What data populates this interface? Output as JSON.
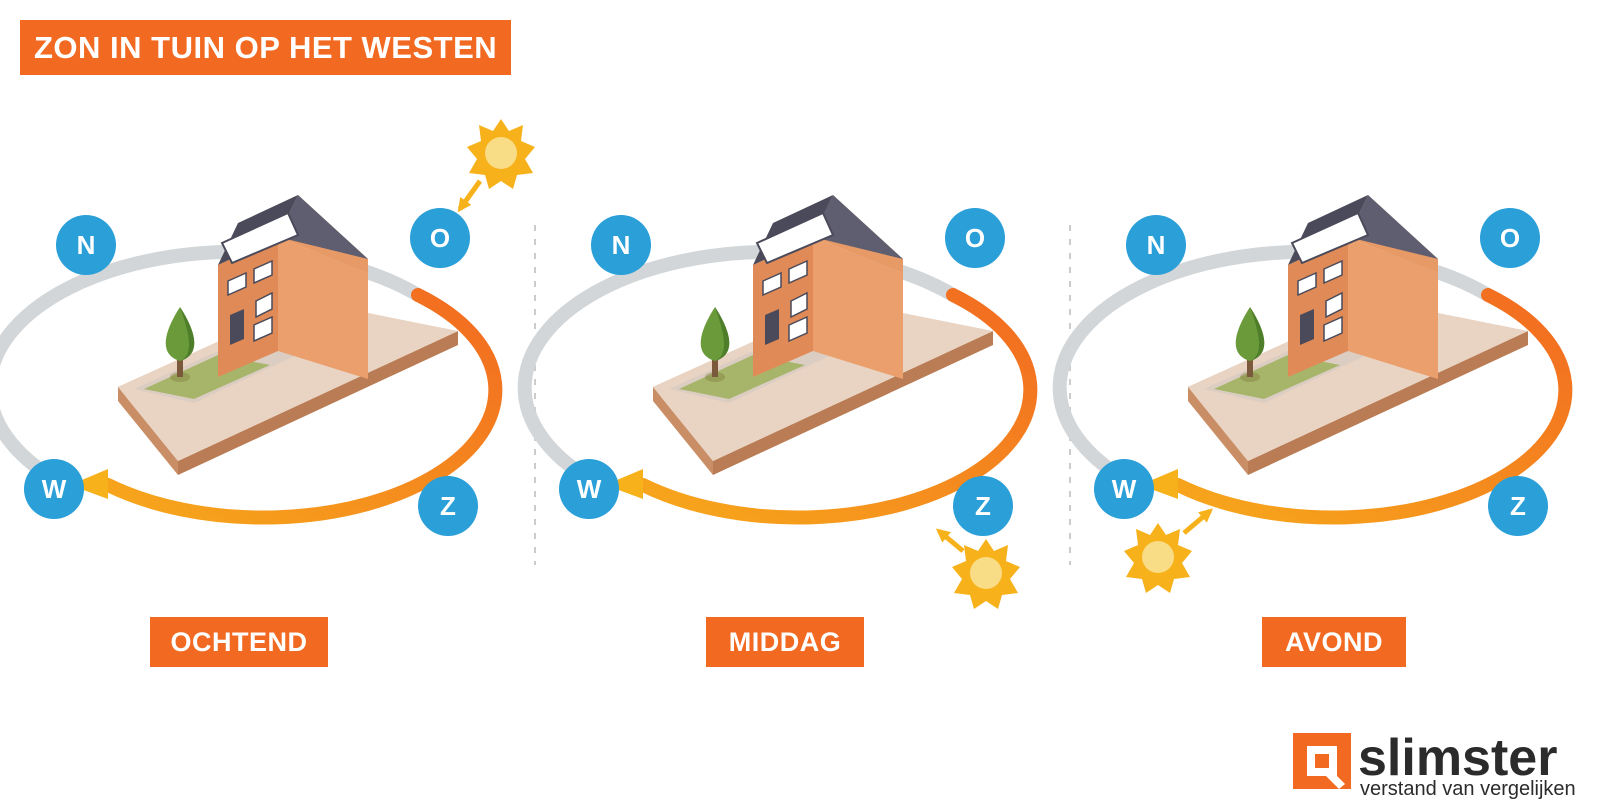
{
  "title": "ZON IN TUIN OP HET WESTEN",
  "colors": {
    "accent": "#f26a21",
    "compass": "#2a9fd8",
    "sun": "#f7b21b",
    "sun_core": "#f9dc86",
    "track_grey": "#d2d6d8",
    "roof": "#4a4a5a",
    "brick": "#e08b57",
    "lawn": "#a7b56a"
  },
  "compass": {
    "north": "N",
    "east": "O",
    "south": "Z",
    "west": "W"
  },
  "panels": [
    {
      "label": "OCHTEND",
      "sun_position": "east"
    },
    {
      "label": "MIDDAG",
      "sun_position": "south"
    },
    {
      "label": "AVOND",
      "sun_position": "west"
    }
  ],
  "logo": {
    "name": "slimster",
    "tagline": "verstand van vergelijken"
  },
  "icons": [
    "sun-icon",
    "house-icon",
    "tree-icon",
    "compass-icon",
    "logo-icon"
  ]
}
